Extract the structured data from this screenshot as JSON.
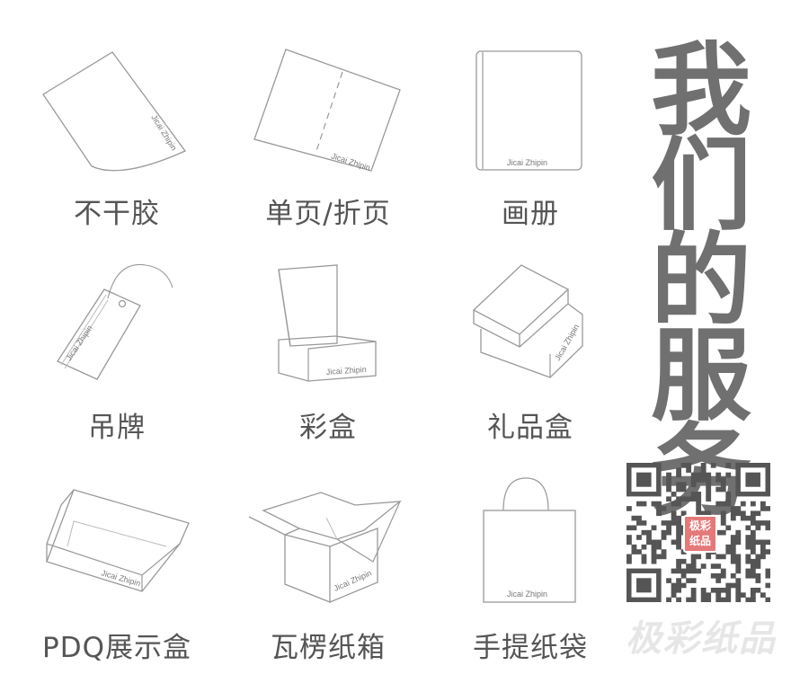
{
  "brand_mark": "Jicai Zhipin",
  "products": [
    {
      "id": "non-dry-adhesive",
      "label": "不干胶"
    },
    {
      "id": "leaflet",
      "label": "单页/折页"
    },
    {
      "id": "brochure",
      "label": "画册"
    },
    {
      "id": "hang-tag",
      "label": "吊牌"
    },
    {
      "id": "color-box",
      "label": "彩盒"
    },
    {
      "id": "gift-box",
      "label": "礼品盒"
    },
    {
      "id": "pdq-display-box",
      "label": "PDQ展示盒"
    },
    {
      "id": "corrugated-box",
      "label": "瓦楞纸箱"
    },
    {
      "id": "paper-bag",
      "label": "手提纸袋"
    }
  ],
  "title": [
    "我",
    "们",
    "的",
    "服",
    "务"
  ],
  "qr_badge": "极彩纸品",
  "bottom_logo": "极彩纸品",
  "colors": {
    "text": "#555555",
    "title": "#707070",
    "line": "#999999",
    "badge": "#e57979"
  }
}
